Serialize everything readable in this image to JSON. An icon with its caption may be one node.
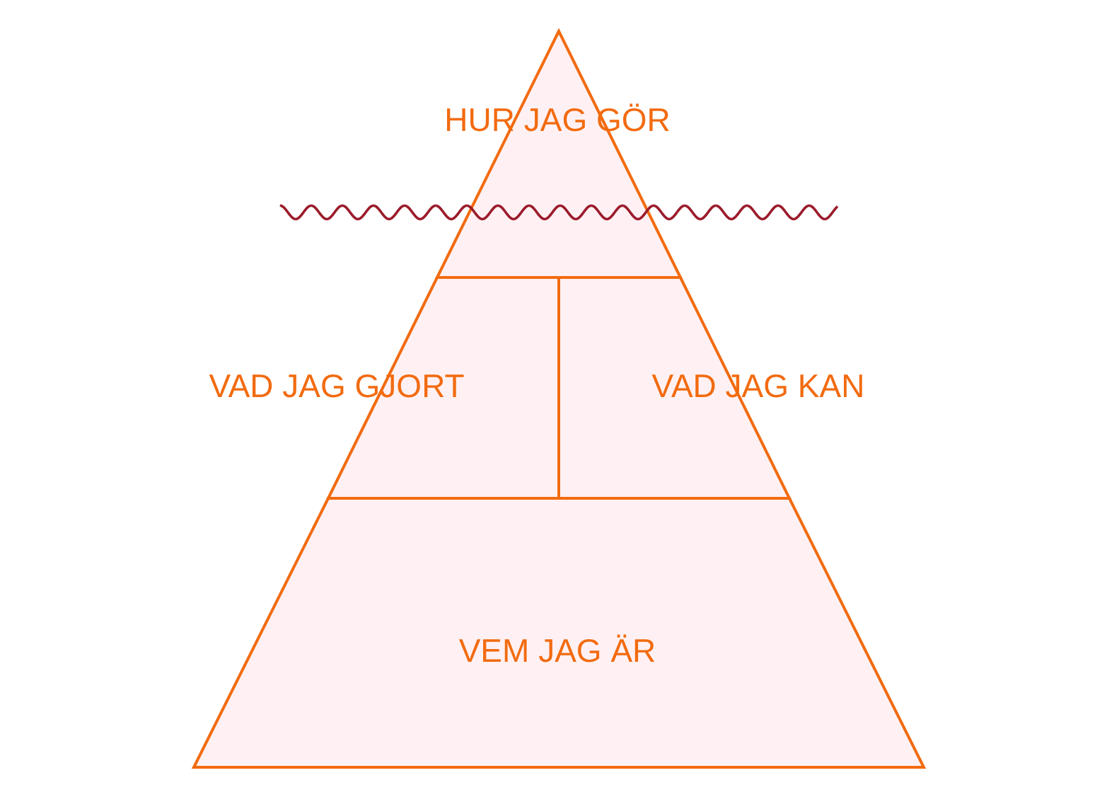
{
  "diagram": {
    "nodes": [
      {
        "text": [
          "HUR JAG GÖR"
        ]
      },
      {
        "text": [
          "VAD JAG GJORT"
        ]
      },
      {
        "text": [
          "VAD JAG KAN"
        ]
      },
      {
        "text": [
          "VEM JAG ÄR"
        ]
      }
    ]
  }
}
